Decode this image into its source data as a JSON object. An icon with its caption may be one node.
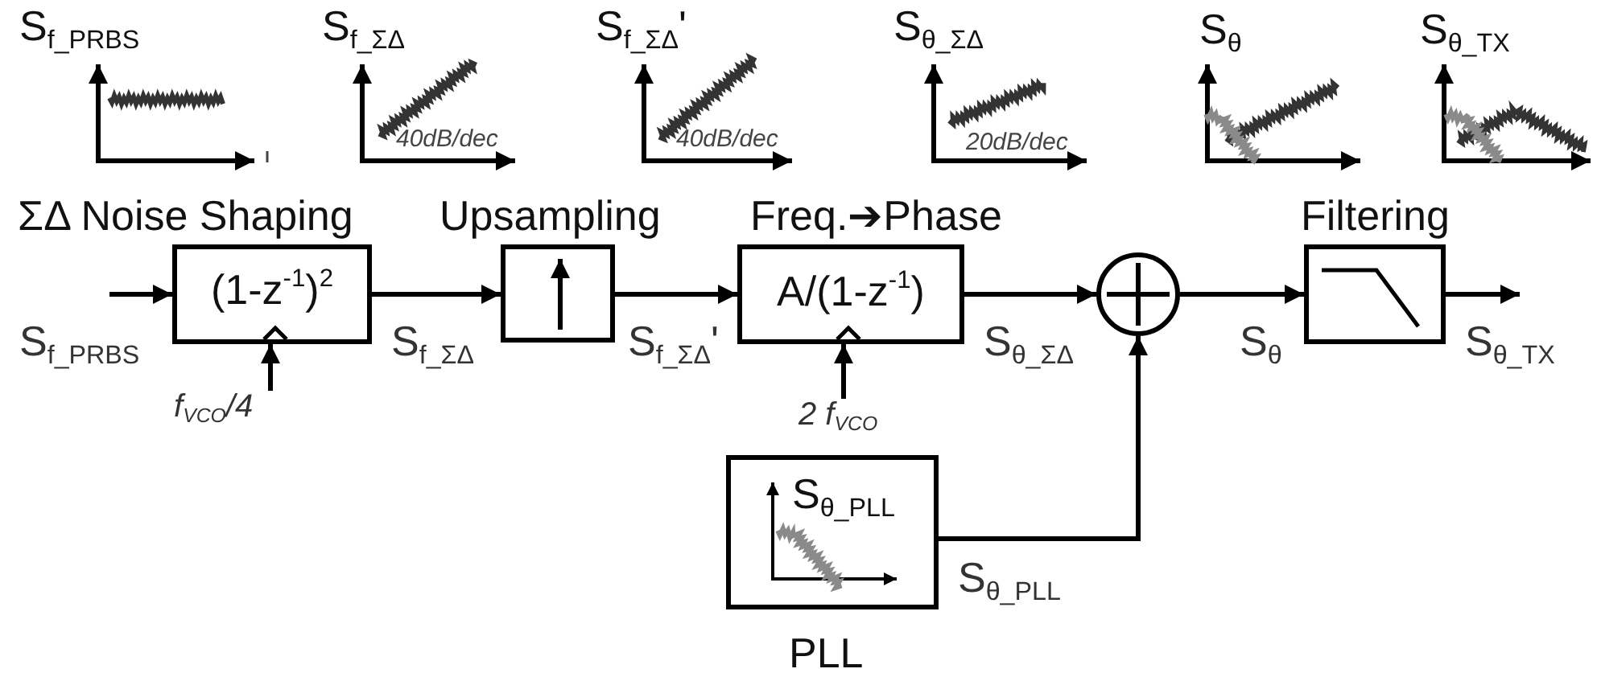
{
  "diagram": {
    "nodes": [
      {
        "text": [
          "ΣΔ Noise Shaping",
          "(1-z$^{-1}$)$^{2}$"
        ]
      },
      {
        "text": [
          "Upsampling"
        ]
      },
      {
        "text": [
          "Freq.➔Phase",
          "A/(1-z$^{-1}$)"
        ]
      },
      {
        "text": [],
        "shape": "circle"
      },
      {
        "text": [
          "Filtering"
        ]
      },
      {
        "text": [
          "S$_{θ_PLL}$",
          "PLL"
        ]
      },
      {
        "text": [
          "f$_{VCO}$/4"
        ]
      },
      {
        "text": [
          "2 f$_{VCO}$"
        ]
      }
    ],
    "edges": [
      {
        "from": null,
        "to": 0,
        "arrow": "to",
        "label": "S$_{f_PRBS}$"
      },
      {
        "from": 0,
        "to": 1,
        "arrow": "to",
        "label": "S$_{f_ΣΔ}$"
      },
      {
        "from": 1,
        "to": 2,
        "arrow": "to",
        "label": "S$_{f_ΣΔ}$'"
      },
      {
        "from": 2,
        "to": 3,
        "arrow": "to",
        "label": "S$_{θ_ΣΔ}$"
      },
      {
        "from": 3,
        "to": 4,
        "arrow": "to",
        "label": "S$_{θ}$"
      },
      {
        "from": 4,
        "to": null,
        "arrow": "to",
        "label": "S$_{θ_TX}$"
      },
      {
        "from": 5,
        "to": 3,
        "arrow": "to",
        "label": "S$_{θ_PLL}$"
      },
      {
        "from": 6,
        "to": 0,
        "arrow": "to"
      },
      {
        "from": 7,
        "to": 2,
        "arrow": "to"
      }
    ],
    "labels": [
      "S$_{f_PRBS}$",
      "S$_{f_ΣΔ}$",
      "40dB/dec",
      "S$_{f_ΣΔ}$'",
      "40dB/dec",
      "S$_{θ_ΣΔ}$",
      "20dB/dec",
      "S$_{θ}$",
      "S$_{θ_TX}$"
    ]
  }
}
